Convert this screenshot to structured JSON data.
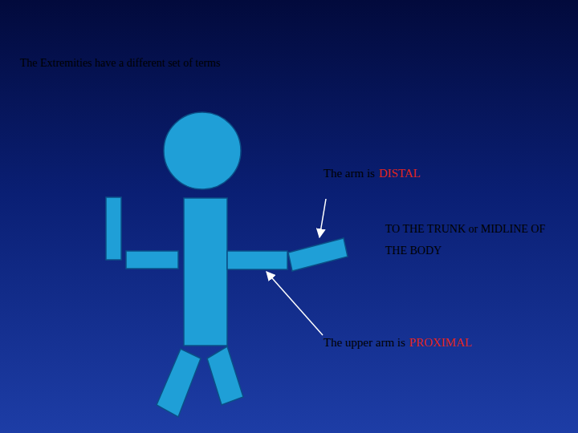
{
  "diagram": {
    "title": "The Extremities have a different set of terms",
    "labels": [
      "The arm is",
      "DISTAL",
      "TO THE TRUNK or MIDLINE OF THE BODY",
      "The upper arm is",
      "PROXIMAL"
    ]
  }
}
